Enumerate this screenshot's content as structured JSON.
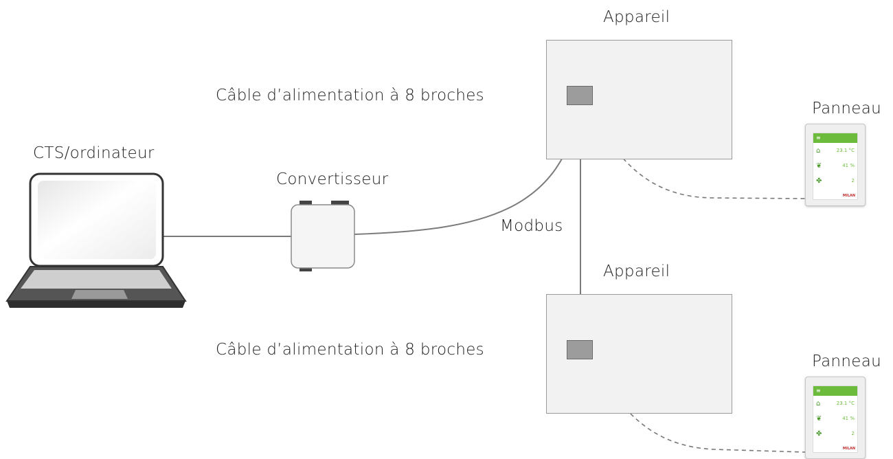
{
  "labels": {
    "device_top": "Appareil",
    "device_bottom": "Appareil",
    "cable_top": "Câble d’alimentation à 8 broches",
    "cable_bottom": "Câble d’alimentation à 8 broches",
    "computer": "CTS/ordinateur",
    "converter": "Convertisseur",
    "modbus": "Modbus",
    "panel_top": "Panneau",
    "panel_bottom": "Panneau"
  },
  "panel_display": {
    "menu_icon": "≡",
    "temperature": "23.1 °C",
    "humidity": "41 %",
    "fan_level": "2",
    "brand": "MILAN",
    "icons": [
      "home-icon",
      "humidity-icon",
      "fan-icon"
    ]
  },
  "colors": {
    "panel_accent": "#6cbb3c",
    "wire": "#7a7a7a",
    "device_fill": "#f2f2f2",
    "connector_fill": "#9c9c9c"
  }
}
